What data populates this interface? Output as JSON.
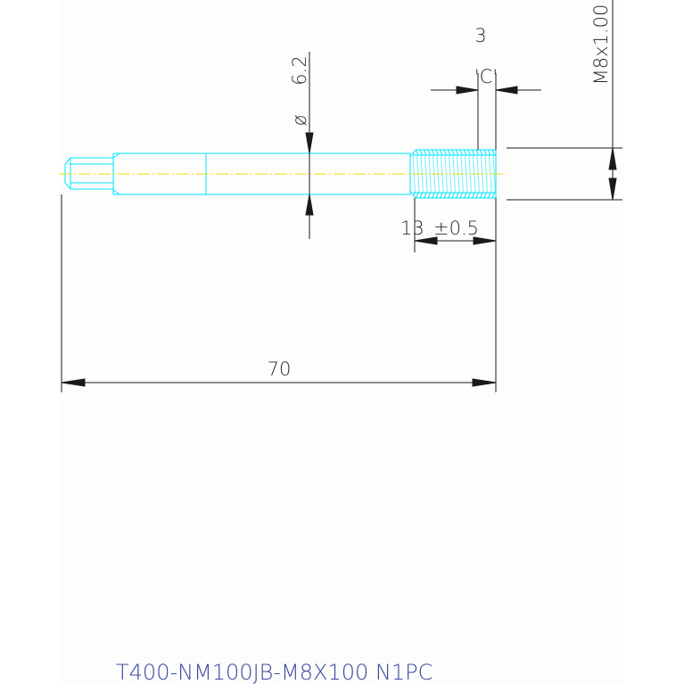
{
  "drawing": {
    "part_number": "T400-NM100JB-M8X100 N1PC",
    "dimensions": {
      "overall_length": "70",
      "diameter_symbol": "ø",
      "diameter": "6.2",
      "thread": "M8x1.00",
      "thread_length": "13",
      "thread_tolerance": "±0.5",
      "chamfer_count": "3",
      "chamfer_label": "'C'"
    },
    "colors": {
      "outline": "#00e5ff",
      "centerline": "#f0e000",
      "dimension": "#1a1a1a",
      "title": "#3a4aa0",
      "paper": "#fdfdfd"
    }
  }
}
